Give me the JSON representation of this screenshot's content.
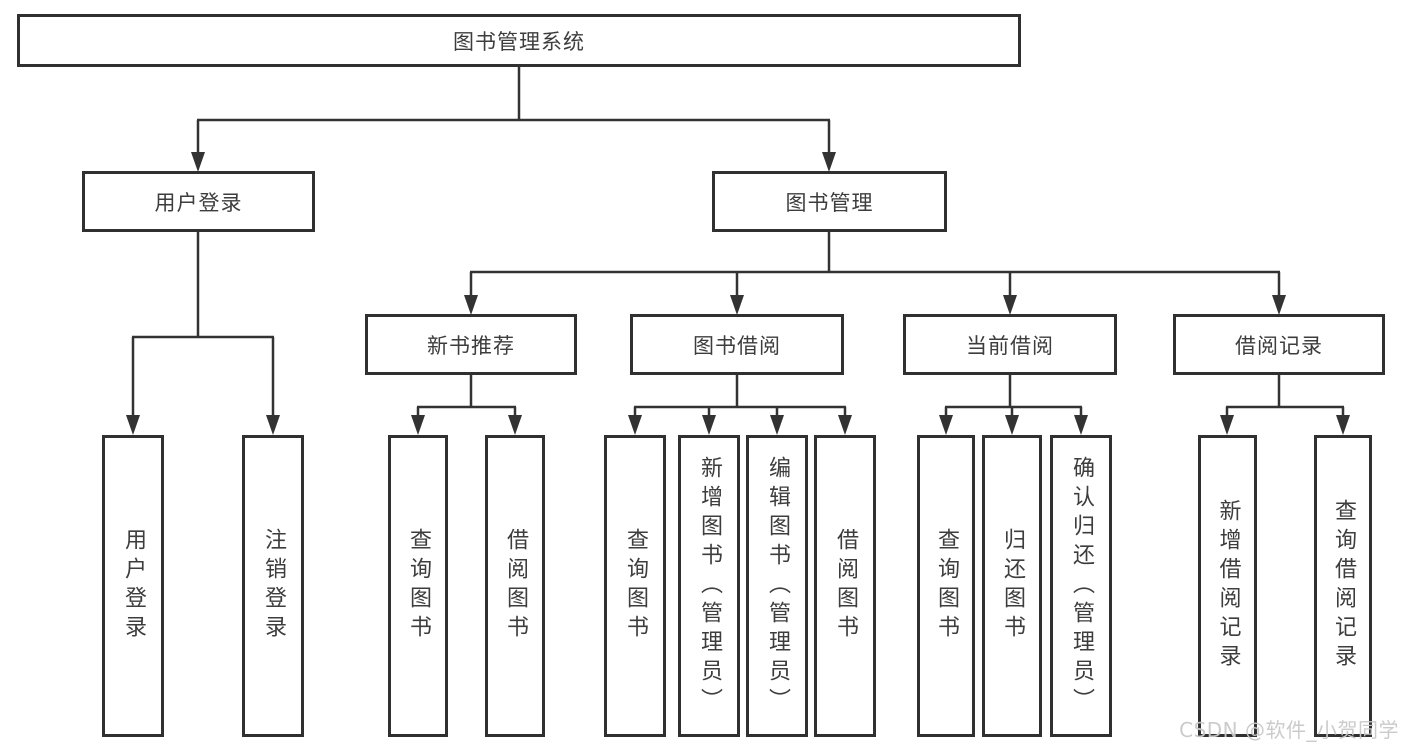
{
  "colors": {
    "line": "#333333",
    "border": "#303030",
    "text": "#3d3d3d",
    "watermark": "#c8c8c8",
    "background": "#ffffff"
  },
  "watermark": {
    "text": "CSDN @软件_小贺同学"
  },
  "tree": {
    "root": {
      "label": "图书管理系统"
    },
    "branches": [
      {
        "label": "用户登录",
        "children": [
          {
            "label": "用户登录"
          },
          {
            "label": "注销登录"
          }
        ]
      },
      {
        "label": "图书管理",
        "children": [
          {
            "label": "新书推荐",
            "children": [
              {
                "label": "查询图书"
              },
              {
                "label": "借阅图书"
              }
            ]
          },
          {
            "label": "图书借阅",
            "children": [
              {
                "label": "查询图书"
              },
              {
                "label": "新增图书（管理员）"
              },
              {
                "label": "编辑图书（管理员）"
              },
              {
                "label": "借阅图书"
              }
            ]
          },
          {
            "label": "当前借阅",
            "children": [
              {
                "label": "查询图书"
              },
              {
                "label": "归还图书"
              },
              {
                "label": "确认归还（管理员）"
              }
            ]
          },
          {
            "label": "借阅记录",
            "children": [
              {
                "label": "新增借阅记录"
              },
              {
                "label": "查询借阅记录"
              }
            ]
          }
        ]
      }
    ]
  }
}
